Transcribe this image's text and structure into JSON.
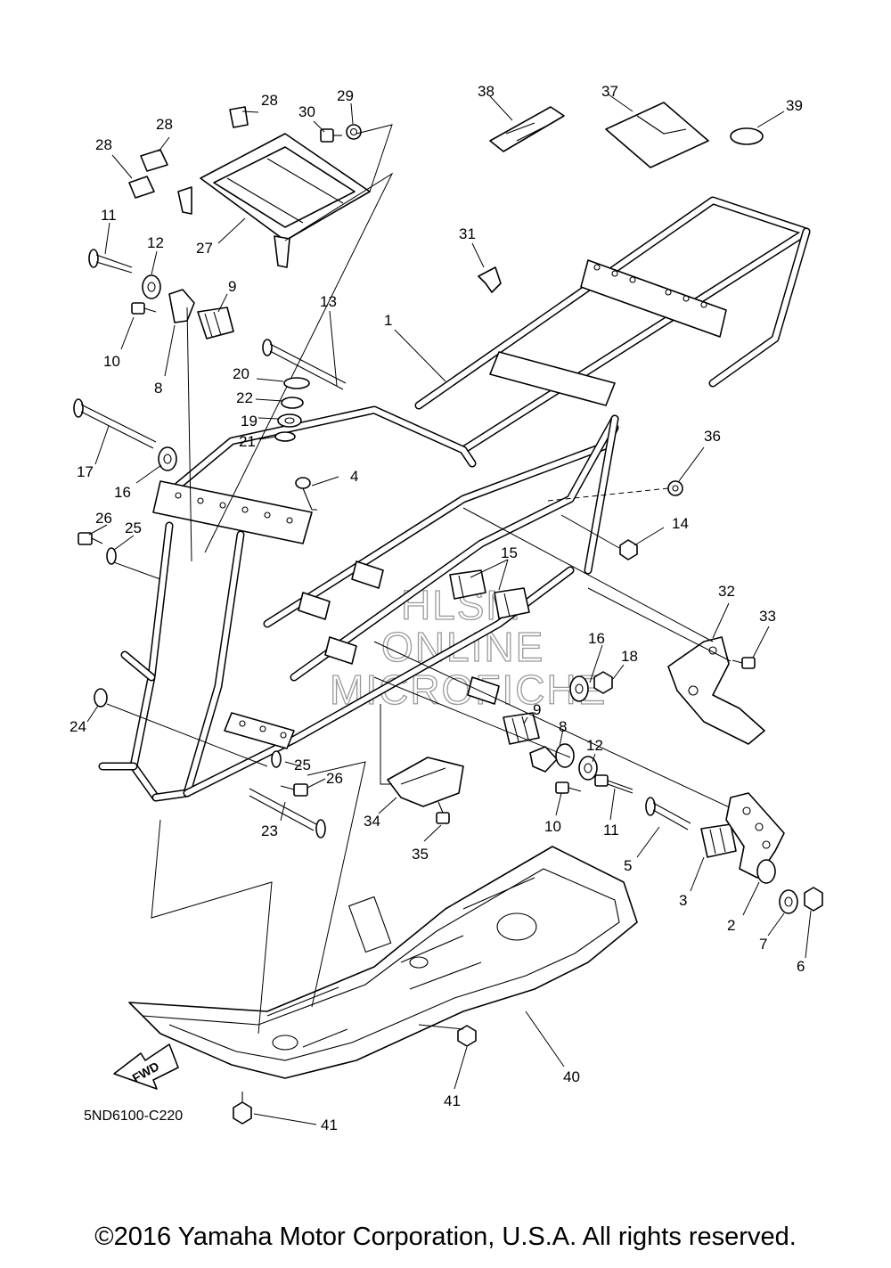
{
  "diagram": {
    "code": "5ND6100-C220",
    "fwd_label": "FWD",
    "watermark": [
      "HLSM",
      "ONLINE",
      "MICROFICHE"
    ],
    "copyright": "©2016 Yamaha Motor Corporation, U.S.A. All rights reserved.",
    "callouts": [
      "1",
      "2",
      "3",
      "4",
      "5",
      "6",
      "7",
      "8",
      "8",
      "9",
      "9",
      "10",
      "10",
      "11",
      "11",
      "12",
      "12",
      "13",
      "14",
      "15",
      "16",
      "16",
      "17",
      "18",
      "19",
      "20",
      "21",
      "22",
      "23",
      "24",
      "25",
      "25",
      "26",
      "26",
      "27",
      "28",
      "28",
      "28",
      "29",
      "30",
      "31",
      "32",
      "33",
      "34",
      "35",
      "36",
      "37",
      "38",
      "39",
      "40",
      "41",
      "41"
    ]
  }
}
